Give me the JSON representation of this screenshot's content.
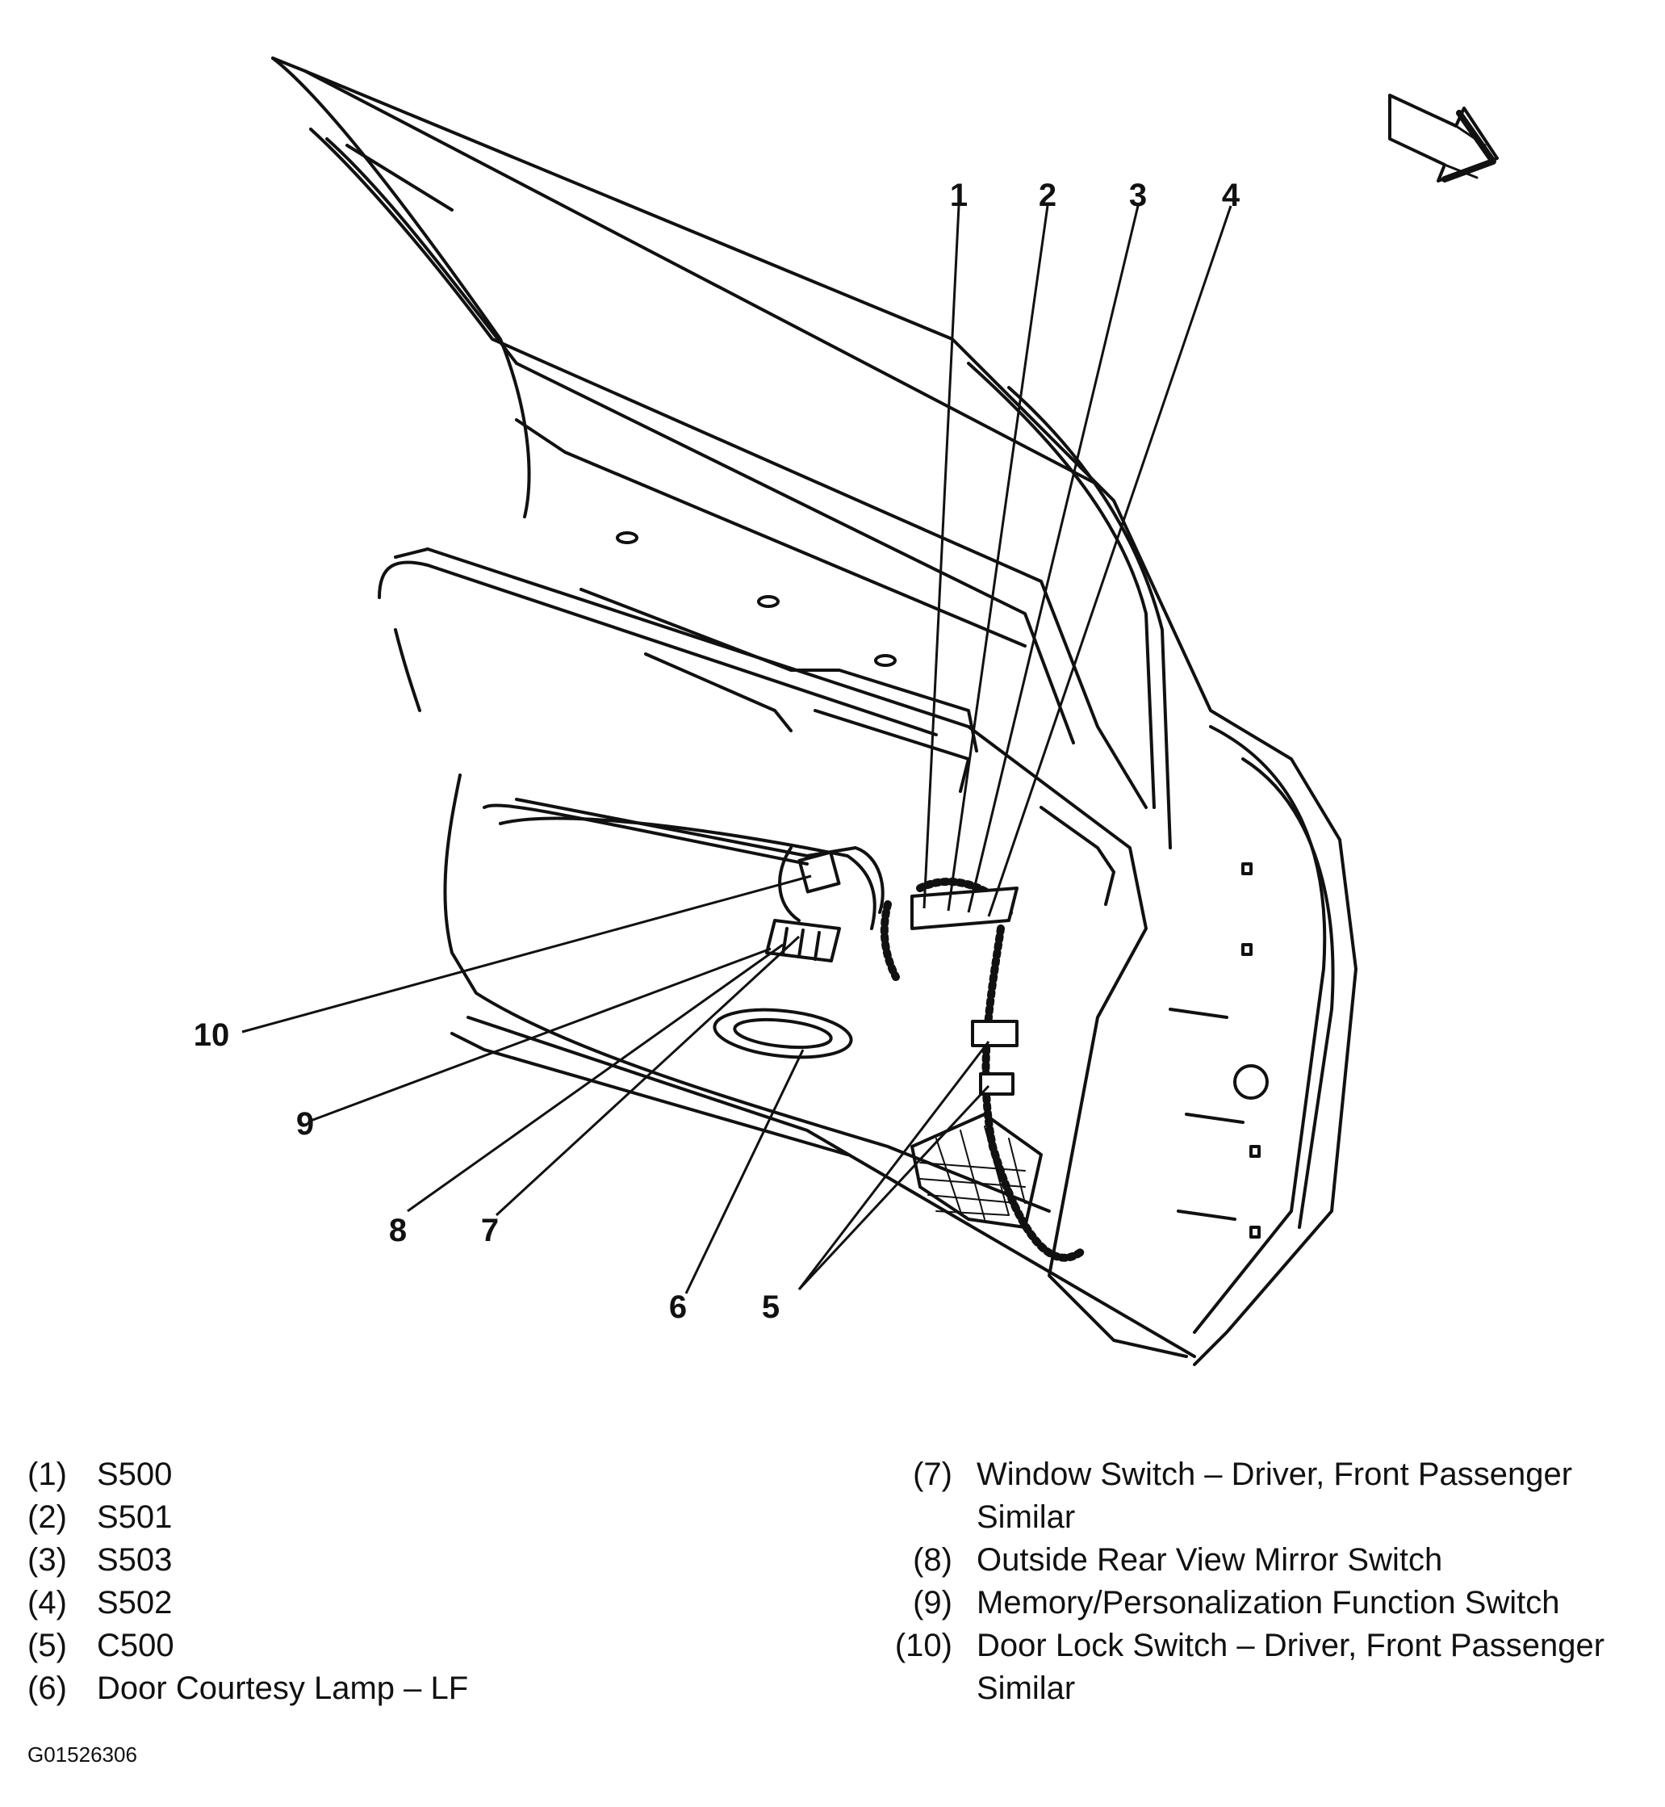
{
  "callouts": {
    "c1": "1",
    "c2": "2",
    "c3": "3",
    "c4": "4",
    "c5": "5",
    "c6": "6",
    "c7": "7",
    "c8": "8",
    "c9": "9",
    "c10": "10"
  },
  "legend": {
    "left": [
      {
        "num": "(1)",
        "text": "S500"
      },
      {
        "num": "(2)",
        "text": "S501"
      },
      {
        "num": "(3)",
        "text": "S503"
      },
      {
        "num": "(4)",
        "text": "S502"
      },
      {
        "num": "(5)",
        "text": "C500"
      },
      {
        "num": "(6)",
        "text": "Door Courtesy Lamp – LF"
      }
    ],
    "right": [
      {
        "num": "(7)",
        "text": "Window Switch – Driver, Front Passenger",
        "cont": "Similar"
      },
      {
        "num": "(8)",
        "text": "Outside Rear View Mirror Switch"
      },
      {
        "num": "(9)",
        "text": "Memory/Personalization Function Switch"
      },
      {
        "num": "(10)",
        "text": "Door Lock Switch – Driver, Front Passenger",
        "cont": "Similar"
      }
    ]
  },
  "figure_id": "G01526306",
  "icons": {
    "direction": "front-direction-arrow-icon"
  },
  "colors": {
    "ink": "#111111",
    "background": "#ffffff"
  }
}
